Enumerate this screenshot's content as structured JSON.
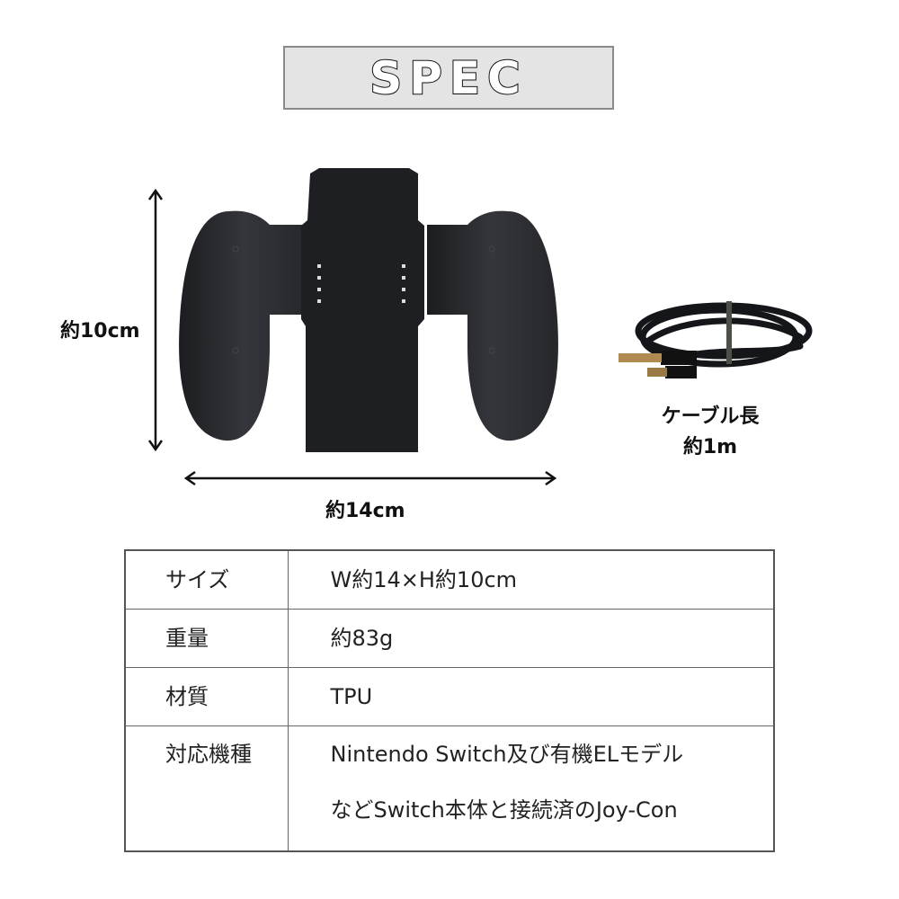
{
  "header": {
    "title": "SPEC"
  },
  "product_image": {
    "height_label": "約10cm",
    "width_label": "約14cm",
    "cable_label_line1": "ケーブル長",
    "cable_label_line2": "約1m"
  },
  "colors": {
    "title_bg": "#e4e4e4",
    "title_border": "#8a8a8a",
    "product_body": "#2a2b2f",
    "table_border": "#555555"
  },
  "spec_table": {
    "rows": [
      {
        "label": "サイズ",
        "value": "W約14×H約10cm"
      },
      {
        "label": "重量",
        "value": "約83g"
      },
      {
        "label": "材質",
        "value": "TPU"
      },
      {
        "label": "対応機種",
        "value_line1": "Nintendo Switch及び有機ELモデル",
        "value_line2": "などSwitch本体と接続済のJoy-Con"
      }
    ]
  }
}
